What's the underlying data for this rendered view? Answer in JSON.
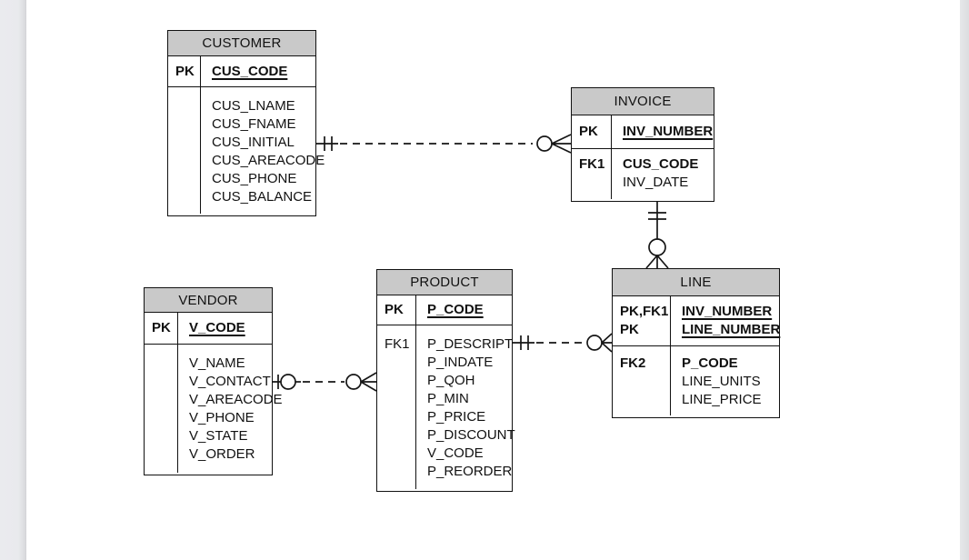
{
  "page": {
    "background": "#ffffff",
    "left_gutter_color": "#e9eaed",
    "right_gutter_color": "#dfe0e2"
  },
  "colors": {
    "entity_header_fill": "#c9c9c9",
    "entity_border": "#000000",
    "connector_line": "#1a1a1a",
    "text": "#000000"
  },
  "entities": {
    "customer": {
      "title": "CUSTOMER",
      "key_rows": [
        {
          "key": "PK",
          "attr": "CUS_CODE"
        }
      ],
      "attr_rows": [
        {
          "key": "",
          "name": "CUS_LNAME"
        },
        {
          "key": "",
          "name": "CUS_FNAME"
        },
        {
          "key": "",
          "name": "CUS_INITIAL"
        },
        {
          "key": "",
          "name": "CUS_AREACODE"
        },
        {
          "key": "",
          "name": "CUS_PHONE"
        },
        {
          "key": "",
          "name": "CUS_BALANCE"
        }
      ]
    },
    "invoice": {
      "title": "INVOICE",
      "key_rows": [
        {
          "key": "PK",
          "attr": "INV_NUMBER"
        }
      ],
      "attr_rows": [
        {
          "key": "FK1",
          "name": "CUS_CODE"
        },
        {
          "key": "",
          "name": "INV_DATE"
        }
      ]
    },
    "line": {
      "title": "LINE",
      "key_rows": [
        {
          "key": "PK,FK1",
          "attr": "INV_NUMBER"
        },
        {
          "key": "PK",
          "attr": "LINE_NUMBER"
        }
      ],
      "attr_rows": [
        {
          "key": "FK2",
          "name": "P_CODE"
        },
        {
          "key": "",
          "name": "LINE_UNITS"
        },
        {
          "key": "",
          "name": "LINE_PRICE"
        }
      ]
    },
    "product": {
      "title": "PRODUCT",
      "key_rows": [
        {
          "key": "PK",
          "attr": "P_CODE"
        }
      ],
      "attr_rows": [
        {
          "key": "",
          "name": "P_DESCRIPT"
        },
        {
          "key": "",
          "name": "P_INDATE"
        },
        {
          "key": "",
          "name": "P_QOH"
        },
        {
          "key": "",
          "name": "P_MIN"
        },
        {
          "key": "",
          "name": "P_PRICE"
        },
        {
          "key": "",
          "name": "P_DISCOUNT"
        },
        {
          "key": "FK1",
          "name": "V_CODE"
        },
        {
          "key": "",
          "name": "P_REORDER"
        }
      ]
    },
    "vendor": {
      "title": "VENDOR",
      "key_rows": [
        {
          "key": "PK",
          "attr": "V_CODE"
        }
      ],
      "attr_rows": [
        {
          "key": "",
          "name": "V_NAME"
        },
        {
          "key": "",
          "name": "V_CONTACT"
        },
        {
          "key": "",
          "name": "V_AREACODE"
        },
        {
          "key": "",
          "name": "V_PHONE"
        },
        {
          "key": "",
          "name": "V_STATE"
        },
        {
          "key": "",
          "name": "V_ORDER"
        }
      ]
    }
  },
  "relationships": [
    {
      "from": "CUSTOMER",
      "to": "INVOICE",
      "from_cardinality": "exactly-one",
      "to_cardinality": "zero-or-many",
      "line_style": "dashed"
    },
    {
      "from": "INVOICE",
      "to": "LINE",
      "from_cardinality": "exactly-one",
      "to_cardinality": "zero-or-many",
      "line_style": "solid"
    },
    {
      "from": "PRODUCT",
      "to": "LINE",
      "from_cardinality": "exactly-one",
      "to_cardinality": "zero-or-many",
      "line_style": "dashed"
    },
    {
      "from": "VENDOR",
      "to": "PRODUCT",
      "from_cardinality": "zero-or-one",
      "to_cardinality": "zero-or-many",
      "line_style": "dashed"
    }
  ]
}
